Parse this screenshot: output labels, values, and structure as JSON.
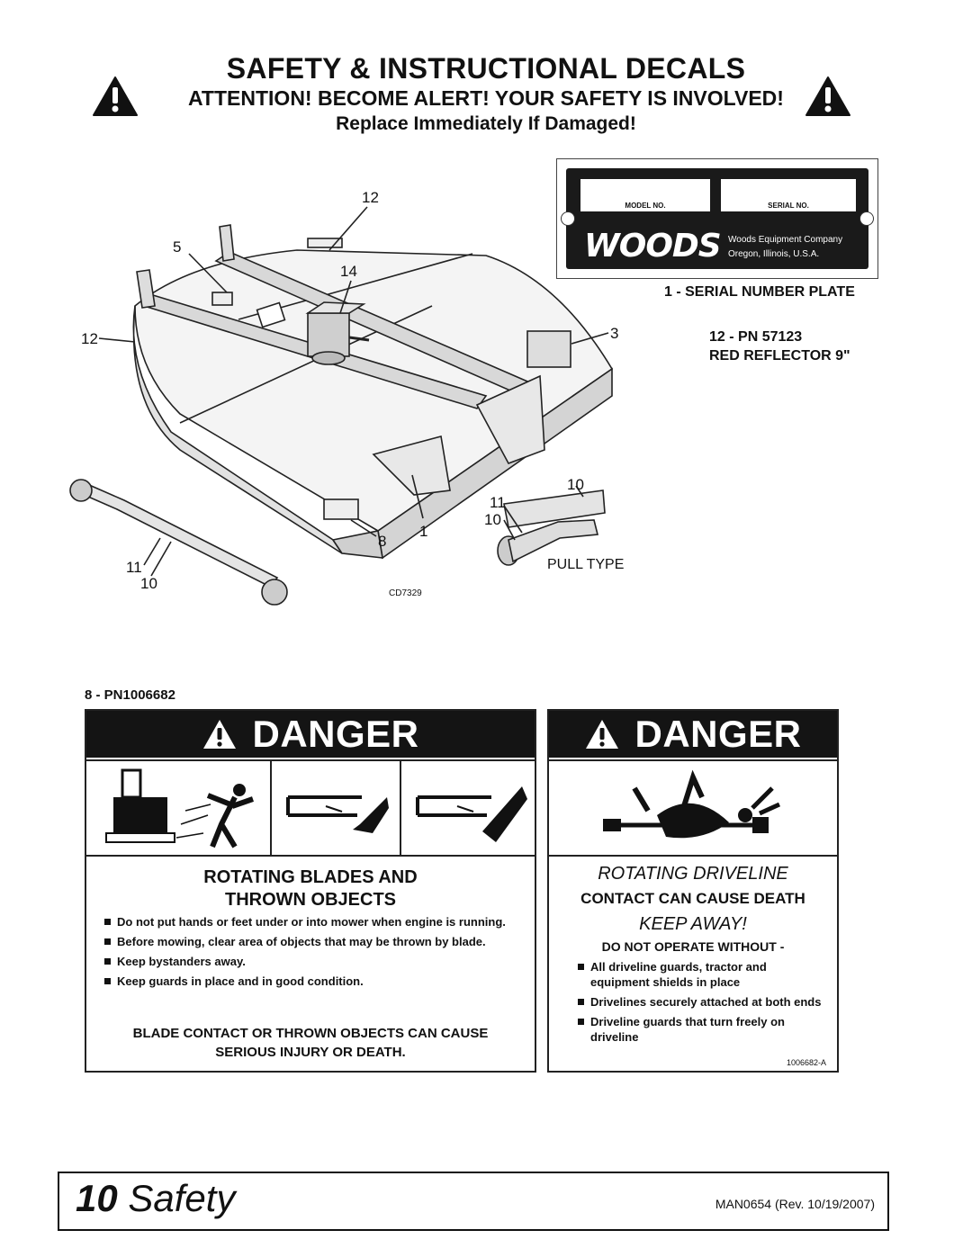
{
  "header": {
    "title": "SAFETY & INSTRUCTIONAL DECALS",
    "attention": "ATTENTION! BECOME ALERT! YOUR SAFETY IS INVOLVED!",
    "replace": "Replace Immediately If Damaged!"
  },
  "serial_plate": {
    "model_label": "MODEL NO.",
    "serial_label": "SERIAL NO.",
    "brand": "WOODS",
    "company_line1": "Woods Equipment Company",
    "company_line2": "Oregon, Illinois, U.S.A.",
    "caption": "1 - SERIAL NUMBER PLATE"
  },
  "reflector": {
    "line1": "12 - PN 57123",
    "line2": "RED REFLECTOR 9\""
  },
  "diagram": {
    "callouts": [
      "12",
      "5",
      "14",
      "12",
      "3",
      "1",
      "8",
      "10",
      "11",
      "10",
      "11",
      "10"
    ],
    "pull_type": "PULL TYPE",
    "drawing_id": "CD7329"
  },
  "decal8": {
    "caption": "8 - PN1006682",
    "left": {
      "danger": "DANGER",
      "heading1": "ROTATING BLADES AND",
      "heading2": "THROWN OBJECTS",
      "bullets": [
        "Do not put hands or feet under or into mower when engine is running.",
        "Before mowing, clear area of objects that may be thrown by blade.",
        "Keep bystanders away.",
        "Keep guards in place and in good condition."
      ],
      "footer": "BLADE CONTACT OR THROWN OBJECTS CAN CAUSE SERIOUS INJURY OR DEATH."
    },
    "right": {
      "danger": "DANGER",
      "heading1": "ROTATING DRIVELINE",
      "heading2": "CONTACT CAN CAUSE DEATH",
      "keep_away": "KEEP AWAY!",
      "do_not": "DO NOT OPERATE WITHOUT -",
      "bullets": [
        "All driveline guards, tractor and equipment shields in place",
        "Drivelines securely attached at both ends",
        "Driveline guards that turn freely on driveline"
      ],
      "part_id": "1006682-A"
    }
  },
  "footer": {
    "page_number": "10",
    "section": "Safety",
    "manual": "MAN0654 (Rev. 10/19/2007)"
  }
}
